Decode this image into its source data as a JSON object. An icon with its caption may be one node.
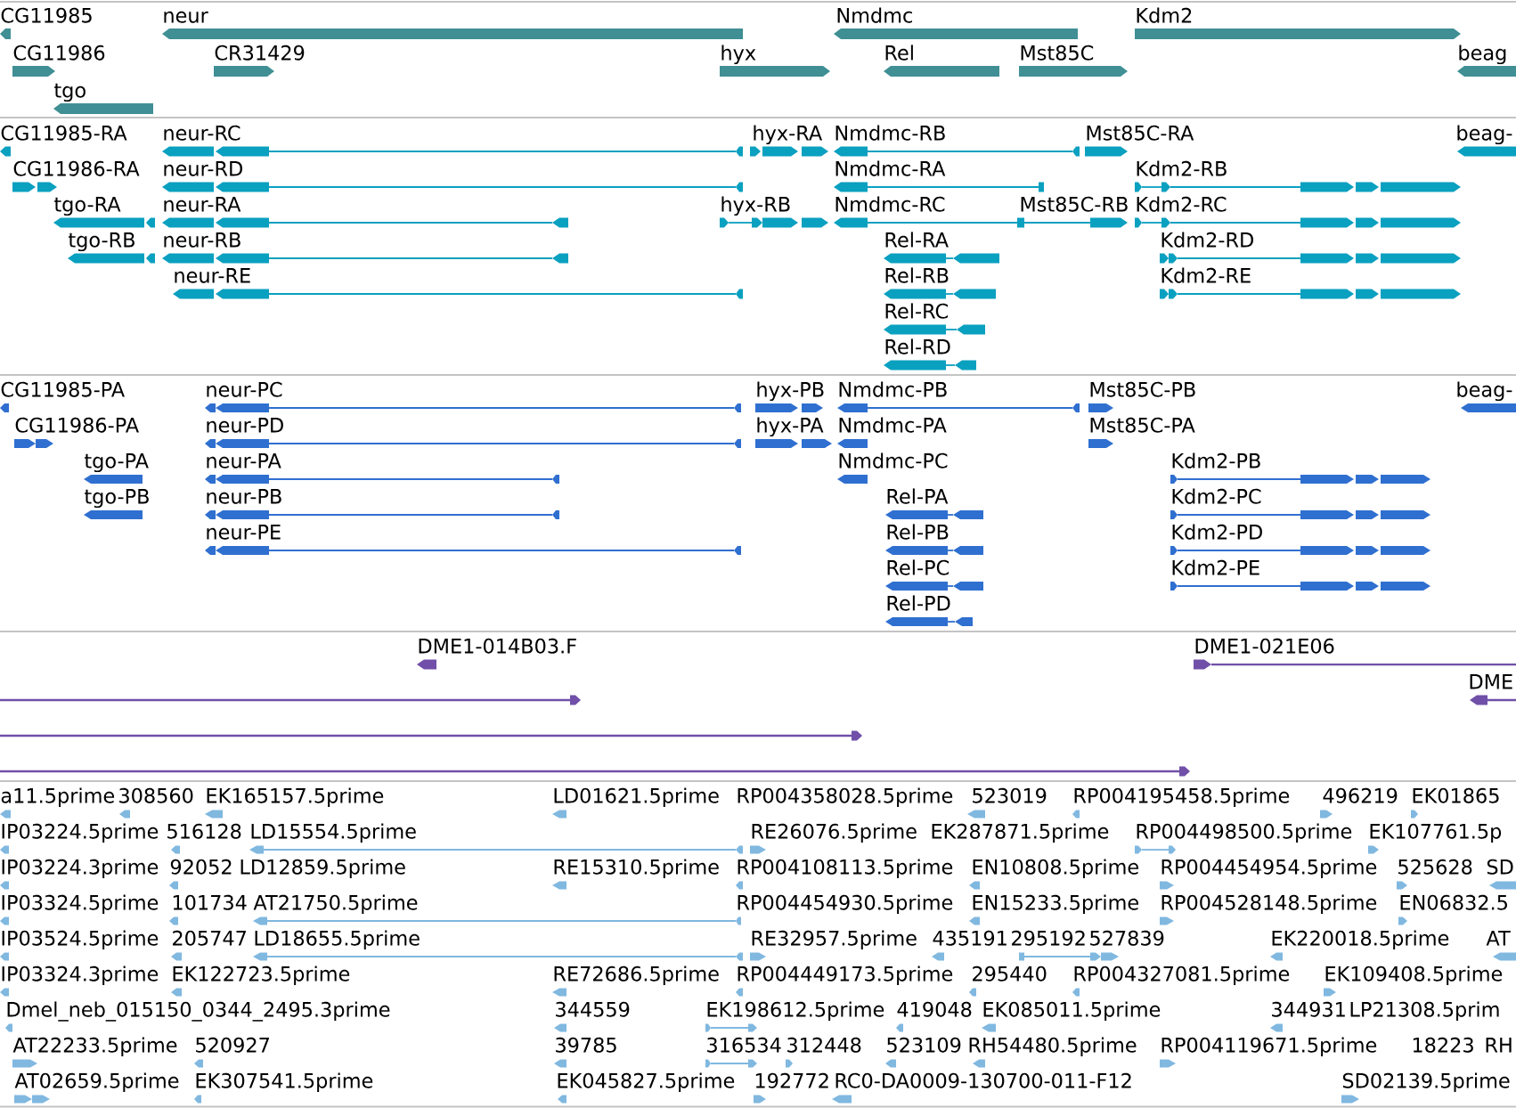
{
  "diagram": {
    "labels": [
      "CG11985",
      "neur",
      "Nmdmc",
      "Kdm2",
      "CG11986",
      "CR31429",
      "hyx",
      "Rel",
      "Mst85C",
      "beag",
      "tgo",
      "CG11985-RA",
      "neur-RC",
      "hyx-RA",
      "Nmdmc-RB",
      "Mst85C-RA",
      "beag-",
      "CG11986-RA",
      "neur-RD",
      "Nmdmc-RA",
      "Kdm2-RB",
      "tgo-RA",
      "neur-RA",
      "hyx-RB",
      "Nmdmc-RC",
      "Mst85C-RB",
      "Kdm2-RC",
      "tgo-RB",
      "neur-RB",
      "Rel-RA",
      "Kdm2-RD",
      "neur-RE",
      "Rel-RB",
      "Kdm2-RE",
      "Rel-RC",
      "Rel-RD",
      "CG11985-PA",
      "neur-PC",
      "hyx-PB",
      "Nmdmc-PB",
      "Mst85C-PB",
      "beag-",
      "CG11986-PA",
      "neur-PD",
      "hyx-PA",
      "Nmdmc-PA",
      "Mst85C-PA",
      "tgo-PA",
      "neur-PA",
      "Nmdmc-PC",
      "Kdm2-PB",
      "tgo-PB",
      "neur-PB",
      "Rel-PA",
      "Kdm2-PC",
      "neur-PE",
      "Rel-PB",
      "Kdm2-PD",
      "Rel-PC",
      "Kdm2-PE",
      "Rel-PD",
      "DME1-014B03.F",
      "DME1-021E06",
      "DME",
      "a11.5prime",
      "308560",
      "EK165157.5prime",
      "LD01621.5prime",
      "RP004358028.5prime",
      "523019",
      "RP004195458.5prime",
      "496219",
      "EK01865",
      "IP03224.5prime",
      "516128",
      "LD15554.5prime",
      "RE26076.5prime",
      "EK287871.5prime",
      "RP004498500.5prime",
      "EK107761.5p",
      "IP03224.3prime",
      "92052",
      "LD12859.5prime",
      "RE15310.5prime",
      "RP004108113.5prime",
      "EN10808.5prime",
      "RP004454954.5prime",
      "525628",
      "SD",
      "IP03324.5prime",
      "101734",
      "AT21750.5prime",
      "RP004454930.5prime",
      "EN15233.5prime",
      "RP004528148.5prime",
      "EN06832.5",
      "IP03524.5prime",
      "205747",
      "LD18655.5prime",
      "RE32957.5prime",
      "435191",
      "295192",
      "527839",
      "EK220018.5prime",
      "AT",
      "IP03324.3prime",
      "EK122723.5prime",
      "RE72686.5prime",
      "RP004449173.5prime",
      "295440",
      "RP004327081.5prime",
      "EK109408.5prime",
      "Dmel_neb_015150_0344_2495.3prime",
      "344559",
      "EK198612.5prime",
      "419048",
      "EK085011.5prime",
      "344931",
      "LP21308.5prim",
      "AT22233.5prime",
      "520927",
      "39785",
      "316534",
      "312448",
      "523109",
      "RH54480.5prime",
      "RP004119671.5prime",
      "18223",
      "RH",
      "AT02659.5prime",
      "EK307541.5prime",
      "EK045827.5prime",
      "192772",
      "RC0-DA0009-130700-011-F12",
      "SD02139.5prime"
    ]
  }
}
